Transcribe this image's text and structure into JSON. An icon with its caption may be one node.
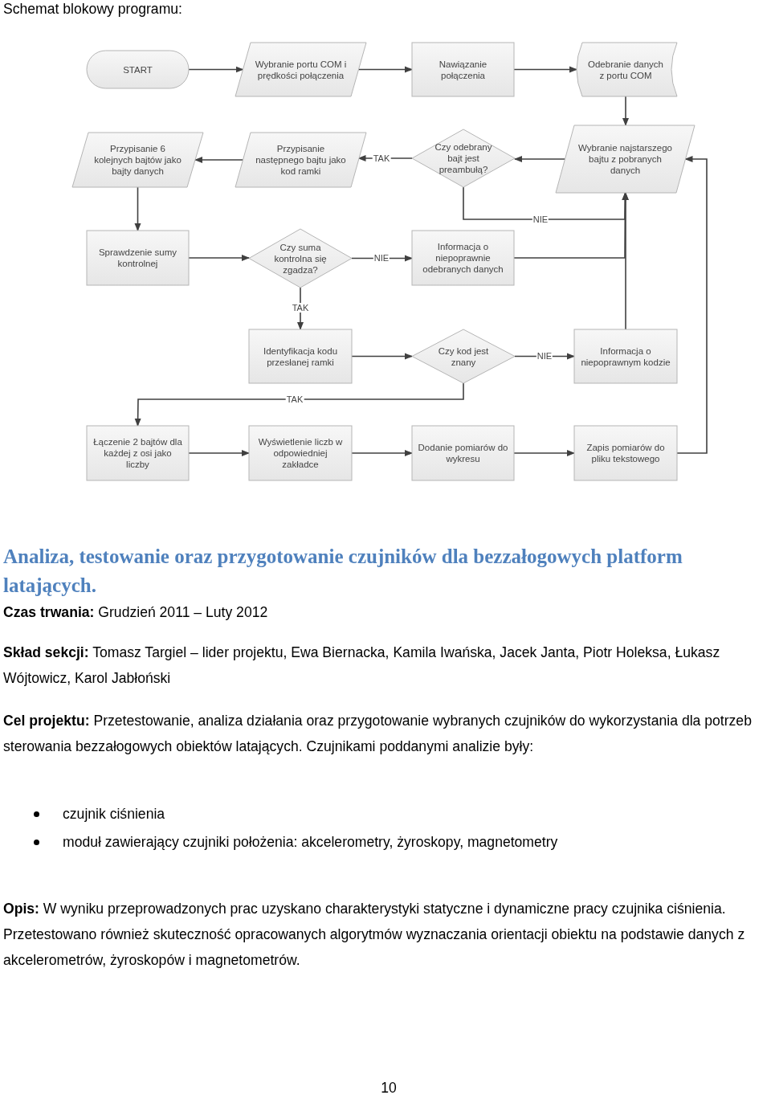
{
  "diagram": {
    "title": "Schemat blokowy programu:",
    "nodes": [
      {
        "text": [
          "START"
        ]
      },
      {
        "text": [
          "Wybranie portu COM i prędkości połączenia"
        ]
      },
      {
        "text": [
          "Nawiązanie połączenia"
        ]
      },
      {
        "text": [
          "Odebranie danych z portu COM"
        ]
      },
      {
        "text": [
          "Przypisanie 6 kolejnych bajtów jako bajty danych"
        ]
      },
      {
        "text": [
          "Przypisanie następnego bajtu jako kod ramki"
        ]
      },
      {
        "text": [
          "Czy odebrany bajt jest preambułą?"
        ]
      },
      {
        "text": [
          "Wybranie najstarszego bajtu z pobranych danych"
        ]
      },
      {
        "text": [
          "Sprawdzenie sumy kontrolnej"
        ]
      },
      {
        "text": [
          "Czy suma kontrolna się zgadza?"
        ]
      },
      {
        "text": [
          "Informacja o niepoprawnie odebranych danych"
        ]
      },
      {
        "text": [
          "Identyfikacja kodu przesłanej ramki"
        ]
      },
      {
        "text": [
          "Czy kod jest znany"
        ]
      },
      {
        "text": [
          "Informacja o niepoprawnym kodzie"
        ]
      },
      {
        "text": [
          "Łączenie 2 bajtów dla każdej z osi jako liczby"
        ]
      },
      {
        "text": [
          "Wyświetlenie liczb w odpowiedniej zakładce"
        ]
      },
      {
        "text": [
          "Dodanie pomiarów do wykresu"
        ]
      },
      {
        "text": [
          "Zapis pomiarów do pliku tekstowego"
        ]
      }
    ],
    "edges": [
      {
        "from": 0,
        "to": 1,
        "arrow": "to"
      },
      {
        "from": 1,
        "to": 2,
        "arrow": "to"
      },
      {
        "from": 2,
        "to": 3,
        "arrow": "to"
      },
      {
        "from": 3,
        "to": 7,
        "arrow": "to"
      },
      {
        "from": 7,
        "to": 6,
        "arrow": "to"
      },
      {
        "from": 6,
        "to": 5,
        "arrow": "to",
        "label": "TAK"
      },
      {
        "from": 5,
        "to": 4,
        "arrow": "to"
      },
      {
        "from": 4,
        "to": 8,
        "arrow": "to"
      },
      {
        "from": 8,
        "to": 9,
        "arrow": "to"
      },
      {
        "from": 9,
        "to": 10,
        "arrow": "to",
        "label": "NIE"
      },
      {
        "from": 10,
        "to": 7,
        "arrow": "to"
      },
      {
        "from": 6,
        "to": 7,
        "arrow": "to",
        "label": "NIE"
      },
      {
        "from": 9,
        "to": 11,
        "arrow": "to",
        "label": "TAK"
      },
      {
        "from": 11,
        "to": 12,
        "arrow": "to"
      },
      {
        "from": 12,
        "to": 13,
        "arrow": "to",
        "label": "NIE"
      },
      {
        "from": 13,
        "to": 7,
        "arrow": "to"
      },
      {
        "from": 12,
        "to": 14,
        "arrow": "to",
        "label": "TAK"
      },
      {
        "from": 14,
        "to": 15,
        "arrow": "to"
      },
      {
        "from": 15,
        "to": 16,
        "arrow": "to"
      },
      {
        "from": 16,
        "to": 17,
        "arrow": "to"
      },
      {
        "from": 17,
        "to": 7,
        "arrow": "to"
      }
    ],
    "labels": [
      "Analiza, testowanie oraz przygotowanie czujników dla bezzałogowych platform latających.",
      "**Czas trwania:** Grudzień 2011 – Luty 2012",
      "**Skład sekcji:** Tomasz Targiel – lider projektu, Ewa Biernacka, Kamila Iwańska, Jacek Janta, Piotr Holeksa, Łukasz Wójtowicz, Karol Jabłoński",
      "**Cel projektu:** Przetestowanie, analiza działania oraz przygotowanie wybranych czujników do wykorzystania dla potrzeb sterowania bezzałogowych obiektów latających. Czujnikami poddanymi analizie były:",
      "czujnik ciśnienia",
      "moduł zawierający czujniki położenia: akcelerometry, żyroskopy, magnetometry",
      "**Opis:** W wyniku przeprowadzonych prac uzyskano charakterystyki statyczne i dynamiczne pracy czujnika ciśnienia. Przetestowano również skuteczność opracowanych algorytmów wyznaczania orientacji obiektu na podstawie danych z akcelerometrów, żyroskopów i magnetometrów.",
      "10"
    ]
  }
}
